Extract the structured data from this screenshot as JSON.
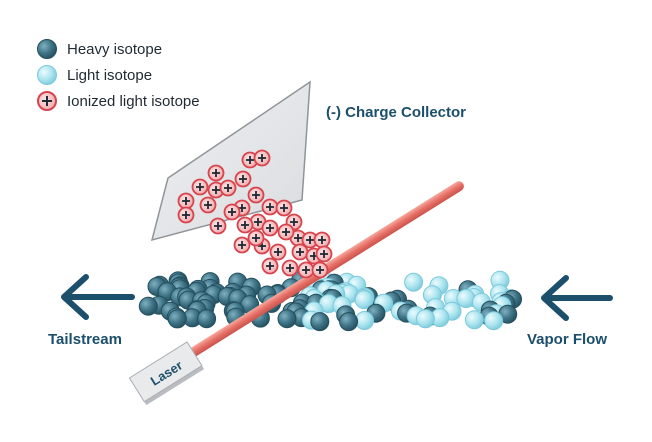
{
  "legend": {
    "heavy": "Heavy isotope",
    "light": "Light isotope",
    "ionized": "Ionized light isotope"
  },
  "labels": {
    "collector": "(-) Charge Collector",
    "tailstream": "Tailstream",
    "vapor_flow": "Vapor Flow",
    "laser": "Laser"
  },
  "colors": {
    "heavy_fill": "#3f7487",
    "light_fill": "#a9e3ee",
    "ion_outline": "#d6454d",
    "ion_fill": "#f6bcbf",
    "arrow": "#1c4f6b",
    "laser_beam": "#e8736b",
    "collector_plate": "#e7e8ea"
  },
  "icons": {
    "left_arrow": "left-arrow-icon",
    "right_arrow": "incoming-arrow-icon"
  }
}
